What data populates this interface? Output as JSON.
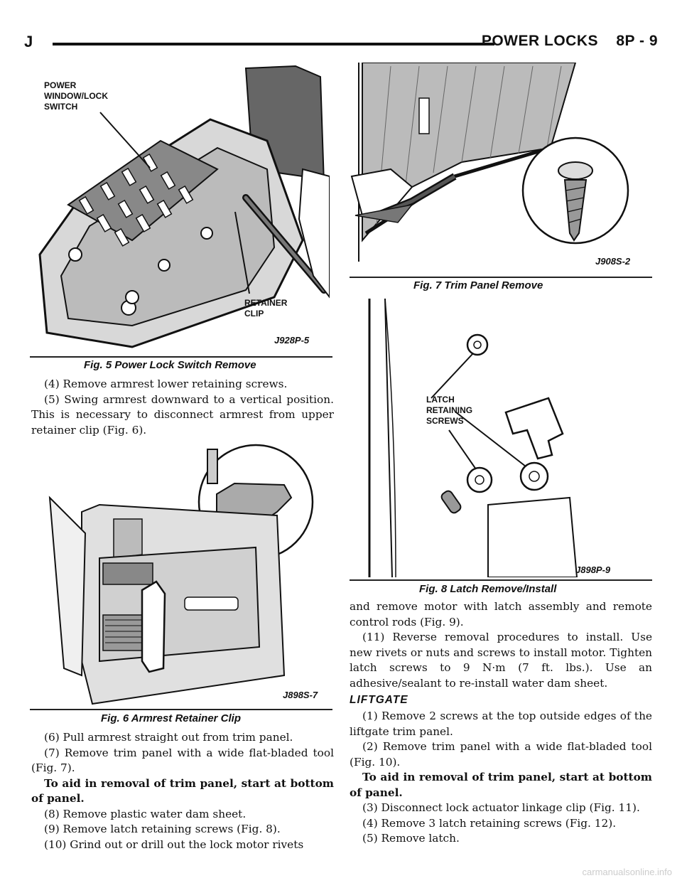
{
  "header": {
    "left": "J",
    "right": "POWER LOCKS    8P - 9"
  },
  "fig5": {
    "caption": "Fig. 5 Power Lock Switch Remove",
    "label_switch_1": "POWER",
    "label_switch_2": "WINDOW/LOCK",
    "label_switch_3": "SWITCH",
    "label_clip_1": "RETAINER",
    "label_clip_2": "CLIP",
    "code": "J928P-5"
  },
  "fig6": {
    "caption": "Fig. 6 Armrest Retainer Clip",
    "code": "J898S-7"
  },
  "fig7": {
    "caption": "Fig. 7 Trim Panel Remove",
    "code": "J908S-2"
  },
  "fig8": {
    "caption": "Fig. 8 Latch Remove/Install",
    "label_1": "LATCH",
    "label_2": "RETAINING",
    "label_3": "SCREWS",
    "code": "J898P-9"
  },
  "left_text_a": [
    "(4) Remove armrest lower retaining screws.",
    "(5) Swing armrest downward to a vertical position. This is necessary to disconnect armrest from upper retainer clip (Fig. 6)."
  ],
  "left_text_b": [
    "(6) Pull armrest straight out from trim panel.",
    "(7) Remove trim panel with a wide flat-bladed tool (Fig. 7).",
    "To aid in removal of trim panel, start at bottom of panel.",
    "(8) Remove plastic water dam sheet.",
    "(9) Remove latch retaining screws (Fig. 8).",
    "(10) Grind out or drill out the lock motor rivets"
  ],
  "right_text_a": [
    "and remove motor with latch assembly and remote control rods (Fig. 9).",
    "(11) Reverse removal procedures to install. Use new rivets or nuts and screws to install motor. Tighten latch screws to 9 N·m (7 ft. lbs.). Use an adhesive/sealant to re-install water dam sheet."
  ],
  "liftgate": {
    "title": "LIFTGATE",
    "steps": [
      "(1) Remove 2 screws at the top outside edges of the liftgate trim panel.",
      "(2) Remove trim panel with a wide flat-bladed tool (Fig. 10).",
      "To aid in removal of trim panel, start at bottom of panel.",
      "(3) Disconnect lock actuator linkage clip (Fig. 11).",
      "(4) Remove 3 latch retaining screws (Fig. 12).",
      "(5) Remove latch."
    ]
  },
  "watermark": "carmanualsonline.info"
}
